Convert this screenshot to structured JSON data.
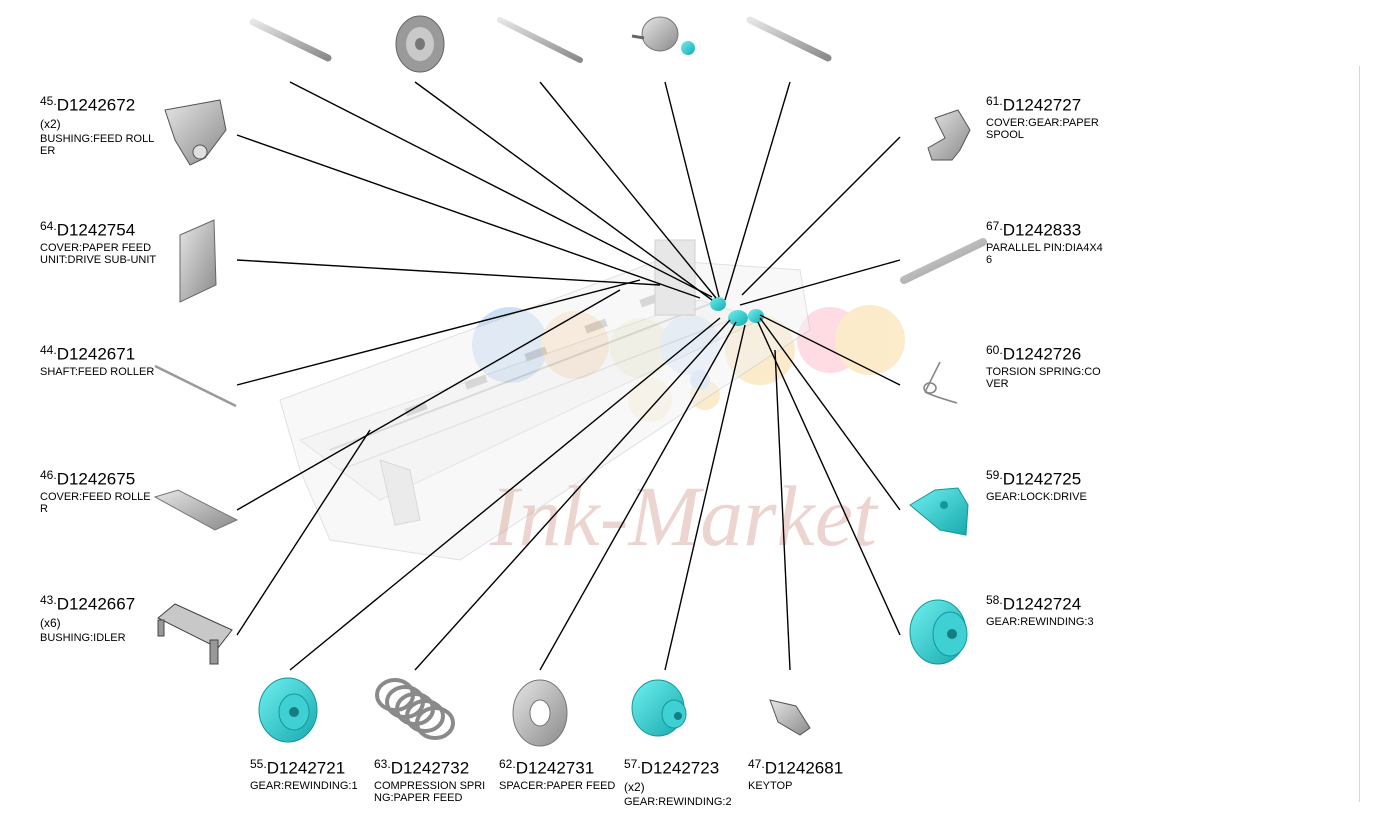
{
  "watermark": "Ink-Market",
  "callouts": [
    {
      "num": "45.",
      "code": "D1242672",
      "qty": "(x2)",
      "desc": "BUSHING:FEED ROLLER"
    },
    {
      "num": "64.",
      "code": "D1242754",
      "qty": "",
      "desc": "COVER:PAPER FEED UNIT:DRIVE SUB-UNIT"
    },
    {
      "num": "44.",
      "code": "D1242671",
      "qty": "",
      "desc": "SHAFT:FEED ROLLER"
    },
    {
      "num": "46.",
      "code": "D1242675",
      "qty": "",
      "desc": "COVER:FEED ROLLER"
    },
    {
      "num": "43.",
      "code": "D1242667",
      "qty": "(x6)",
      "desc": "BUSHING:IDLER"
    },
    {
      "num": "61.",
      "code": "D1242727",
      "qty": "",
      "desc": "COVER:GEAR:PAPER SPOOL"
    },
    {
      "num": "67.",
      "code": "D1242833",
      "qty": "",
      "desc": "PARALLEL PIN:DIA4X46"
    },
    {
      "num": "60.",
      "code": "D1242726",
      "qty": "",
      "desc": "TORSION SPRING:COVER"
    },
    {
      "num": "59.",
      "code": "D1242725",
      "qty": "",
      "desc": "GEAR:LOCK:DRIVE"
    },
    {
      "num": "58.",
      "code": "D1242724",
      "qty": "",
      "desc": "GEAR:REWINDING:3"
    },
    {
      "num": "55.",
      "code": "D1242721",
      "qty": "",
      "desc": "GEAR:REWINDING:1"
    },
    {
      "num": "63.",
      "code": "D1242732",
      "qty": "",
      "desc": "COMPRESSION SPRING:PAPER FEED"
    },
    {
      "num": "62.",
      "code": "D1242731",
      "qty": "",
      "desc": "SPACER:PAPER FEED"
    },
    {
      "num": "57.",
      "code": "D1242723",
      "qty": "(x2)",
      "desc": "GEAR:REWINDING:2"
    },
    {
      "num": "47.",
      "code": "D1242681",
      "qty": "",
      "desc": "KEYTOP"
    }
  ],
  "colors": {
    "accent": "#2fd3d3",
    "part": "#9a9a9a",
    "line": "#000000",
    "watermark": "#c98a7a"
  }
}
